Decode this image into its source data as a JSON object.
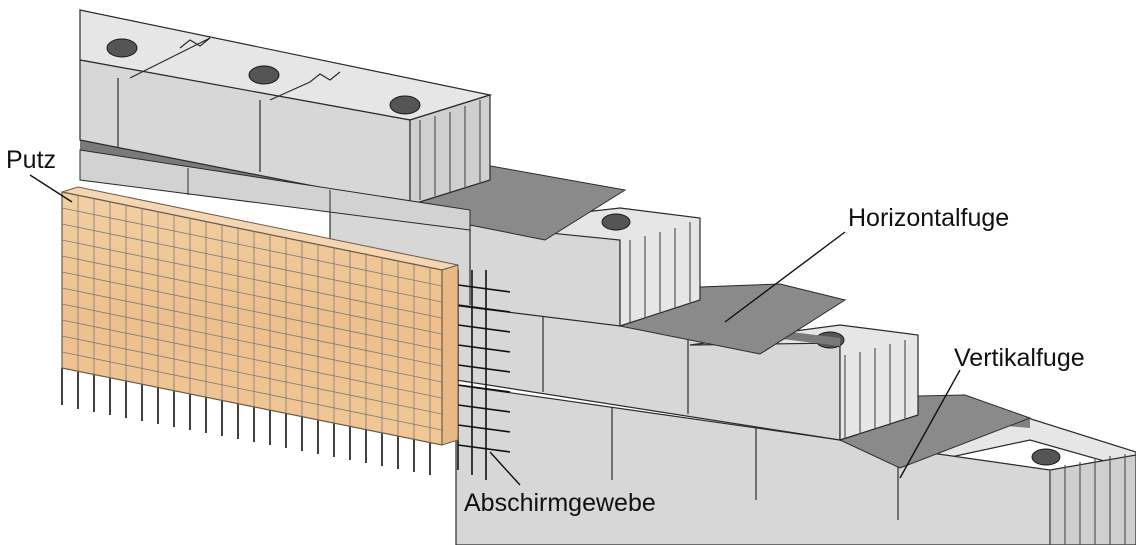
{
  "labels": {
    "putz": "Putz",
    "horizontalfuge": "Horizontalfuge",
    "vertikalfuge": "Vertikalfuge",
    "abschirmgewebe": "Abschirmgewebe"
  },
  "colors": {
    "block_top": "#e6e6e6",
    "block_front": "#d7d7d7",
    "block_end": "#cfcfcf",
    "mortar_joint": "#808080",
    "plaster": "#f0c89a",
    "mesh": "#7a7a7a",
    "rebar": "#111111",
    "outline": "#2b2b2b"
  }
}
